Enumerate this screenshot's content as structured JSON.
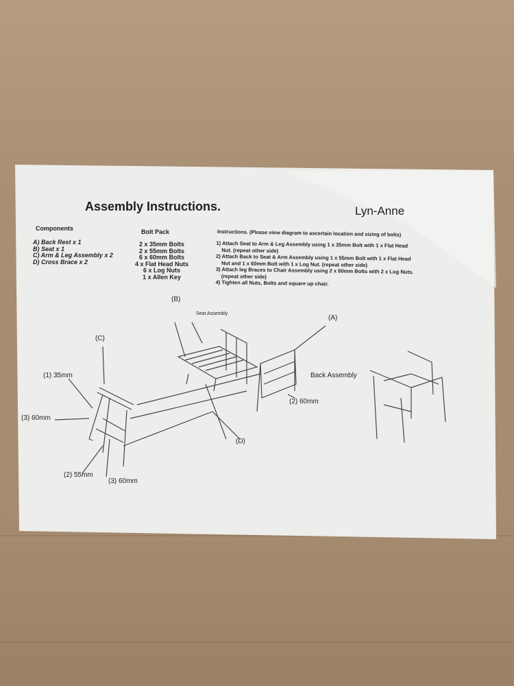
{
  "document": {
    "title": "Assembly Instructions.",
    "brand": "Lyn-Anne",
    "components": {
      "heading": "Components",
      "items": [
        "A) Back Rest x 1",
        "B) Seat x 1",
        "C) Arm & Leg Assembly x 2",
        "D) Cross Brace x 2"
      ]
    },
    "bolt_pack": {
      "heading": "Bolt Pack",
      "items": [
        "2 x 35mm Bolts",
        "2 x 55mm Bolts",
        "6 x 60mm Bolts",
        "4 x Flat Head Nuts",
        "6 x Log Nuts",
        "1 x Allen Key"
      ]
    },
    "instructions": {
      "heading": "Instructions.  (Please view diagram to ascertain location and sizing of bolts)",
      "steps": [
        "1) Attach Seat to Arm & Leg Assembly using 1 x 35mm Bolt with 1 x Flat Head",
        "Nut. (repeat other side)",
        "2) Attach Back to Seat & Arm Assembly using 1 x 55mm Bolt with 1 x Flat Head",
        "Nut and 1 x 60mm Bolt with 1 x Log Nut.  (repeat other side)",
        "3) Attach leg Braces to Chair Assembly using 2 x 60mm Bolts with 2 x Log Nuts.",
        "(repeat other side)",
        "4) Tighten all Nuts, Bolts and square up chair."
      ]
    },
    "diagram_labels": {
      "b": "(B)",
      "seat_assembly": "Seat Assembly",
      "a": "(A)",
      "c": "(C)",
      "bolt_35": "(1) 35mm",
      "back_assembly": "Back Assembly",
      "bolt_60_2": "(2) 60mm",
      "bolt_60_3a": "(3) 60mm",
      "d": "(D)",
      "bolt_55": "(2) 55mm",
      "bolt_60_3b": "(3) 60mm"
    }
  }
}
